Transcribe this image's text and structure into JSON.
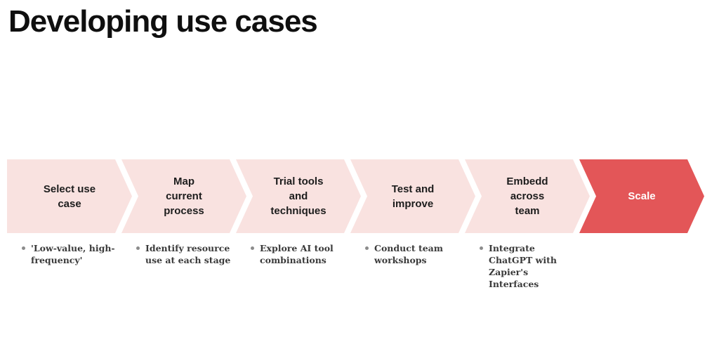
{
  "title": "Developing use cases",
  "colors": {
    "step_fill": "#f9e2e0",
    "step_active_fill": "#e35658",
    "step_text": "#1d1d1d",
    "step_active_text": "#ffffff",
    "bullet_dot": "#8c8c8c",
    "bullet_text": "#3a3a3a",
    "title_text": "#0f0f0f",
    "page_bg": "#ffffff"
  },
  "steps": [
    {
      "label": "Select use\ncase",
      "bullet": "'Low-value, high-\nfrequency'"
    },
    {
      "label": "Map\ncurrent\nprocess",
      "bullet": "Identify resource\nuse at each stage"
    },
    {
      "label": "Trial tools\nand\ntechniques",
      "bullet": "Explore AI tool\ncombinations"
    },
    {
      "label": "Test and\nimprove",
      "bullet": "Conduct team\nworkshops"
    },
    {
      "label": "Embedd\nacross\nteam",
      "bullet": "Integrate\nChatGPT with\nZapier's\nInterfaces"
    },
    {
      "label": "Scale",
      "bullet": ""
    }
  ]
}
